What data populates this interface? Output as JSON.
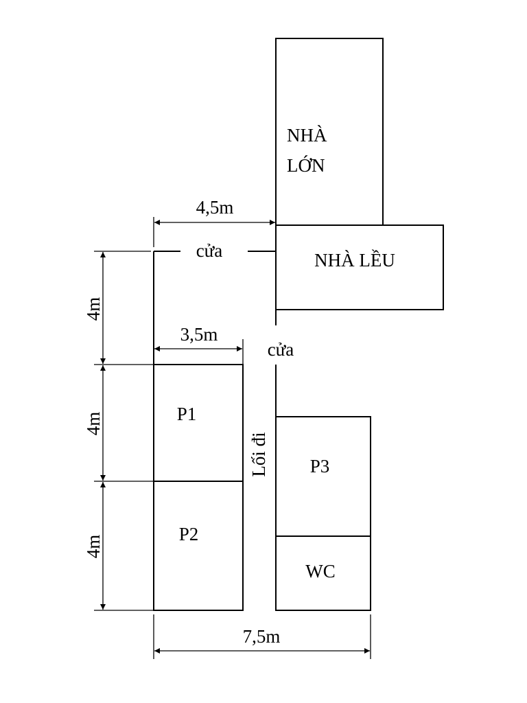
{
  "rooms": {
    "nha_lon_line1": "NHÀ",
    "nha_lon_line2": "LỚN",
    "nha_leu": "NHÀ LỀU",
    "p1": "P1",
    "p2": "P2",
    "p3": "P3",
    "wc": "WC"
  },
  "labels": {
    "door_top": "cửa",
    "door_middle": "cửa",
    "corridor": "Lối đi"
  },
  "dimensions": {
    "top_width": "4,5m",
    "room_width": "3,5m",
    "total_width": "7,5m",
    "height_top": "4m",
    "height_p1": "4m",
    "height_p2": "4m"
  }
}
